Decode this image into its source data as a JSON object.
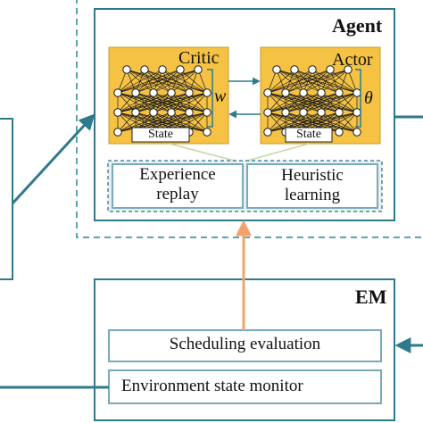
{
  "agent": {
    "title": "Agent",
    "critic": {
      "label": "Critic",
      "param": "w",
      "state_label": "State"
    },
    "actor": {
      "label": "Actor",
      "param": "θ",
      "state_label": "State"
    },
    "experience_replay": {
      "line1": "Experience",
      "line2": "replay"
    },
    "heuristic_learning": {
      "line1": "Heuristic",
      "line2": "learning"
    }
  },
  "em": {
    "title": "EM",
    "scheduling_evaluation": "Scheduling evaluation",
    "environment_state_monitor": "Environment state monitor"
  },
  "colors": {
    "frame": "#2e7a8c",
    "network_fill": "#f5c244",
    "network_border": "#c99a2a",
    "dashed": "#5aa5b2",
    "orange_arrow": "#f0a46b",
    "inner_border": "#7aaab8"
  }
}
